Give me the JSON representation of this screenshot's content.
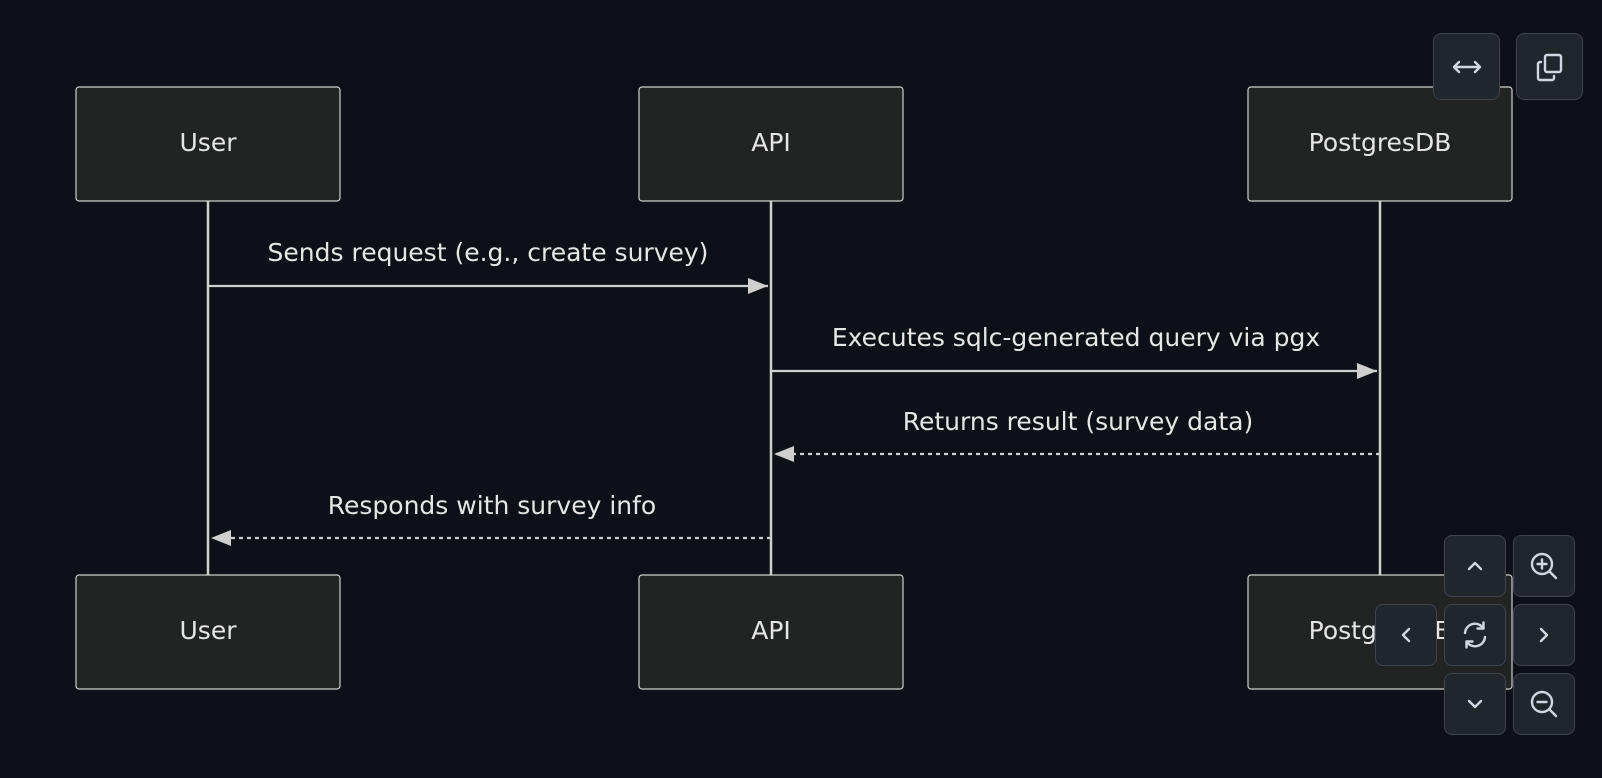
{
  "diagram": {
    "type": "sequence",
    "participants": [
      {
        "id": "user",
        "label": "User"
      },
      {
        "id": "api",
        "label": "API"
      },
      {
        "id": "db",
        "label": "PostgresDB"
      }
    ],
    "messages": [
      {
        "from": "user",
        "to": "api",
        "label": "Sends request (e.g., create survey)",
        "style": "solid"
      },
      {
        "from": "api",
        "to": "db",
        "label": "Executes sqlc-generated query via pgx",
        "style": "solid"
      },
      {
        "from": "db",
        "to": "api",
        "label": "Returns result (survey data)",
        "style": "dashed"
      },
      {
        "from": "api",
        "to": "user",
        "label": "Responds with survey info",
        "style": "dashed"
      }
    ]
  },
  "controls": {
    "top": [
      {
        "name": "expand-button",
        "icon": "horizontal-arrows-icon"
      },
      {
        "name": "copy-button",
        "icon": "copy-icon"
      }
    ],
    "pan_zoom": [
      {
        "name": "pan-up-button",
        "icon": "chevron-up-icon"
      },
      {
        "name": "zoom-in-button",
        "icon": "zoom-in-icon"
      },
      {
        "name": "pan-left-button",
        "icon": "chevron-left-icon"
      },
      {
        "name": "reset-view-button",
        "icon": "reset-icon"
      },
      {
        "name": "pan-right-button",
        "icon": "chevron-right-icon"
      },
      {
        "name": "pan-down-button",
        "icon": "chevron-down-icon"
      },
      {
        "name": "zoom-out-button",
        "icon": "zoom-out-icon"
      }
    ]
  },
  "colors": {
    "background": "#0d1117",
    "actor_fill": "#222323",
    "line": "#cfcfcf",
    "text": "#e6e6e6",
    "button_bg": "#21262d",
    "button_border": "#3d444d"
  }
}
